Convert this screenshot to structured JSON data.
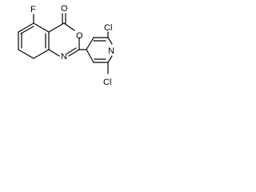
{
  "molecule": {
    "atoms": {
      "fluorine": "F",
      "carbonyl_oxygen": "O",
      "ring_oxygen": "O",
      "oxazine_nitrogen": "N",
      "pyridine_nitrogen": "N",
      "chlorine_top": "Cl",
      "chlorine_bottom": "Cl"
    }
  }
}
